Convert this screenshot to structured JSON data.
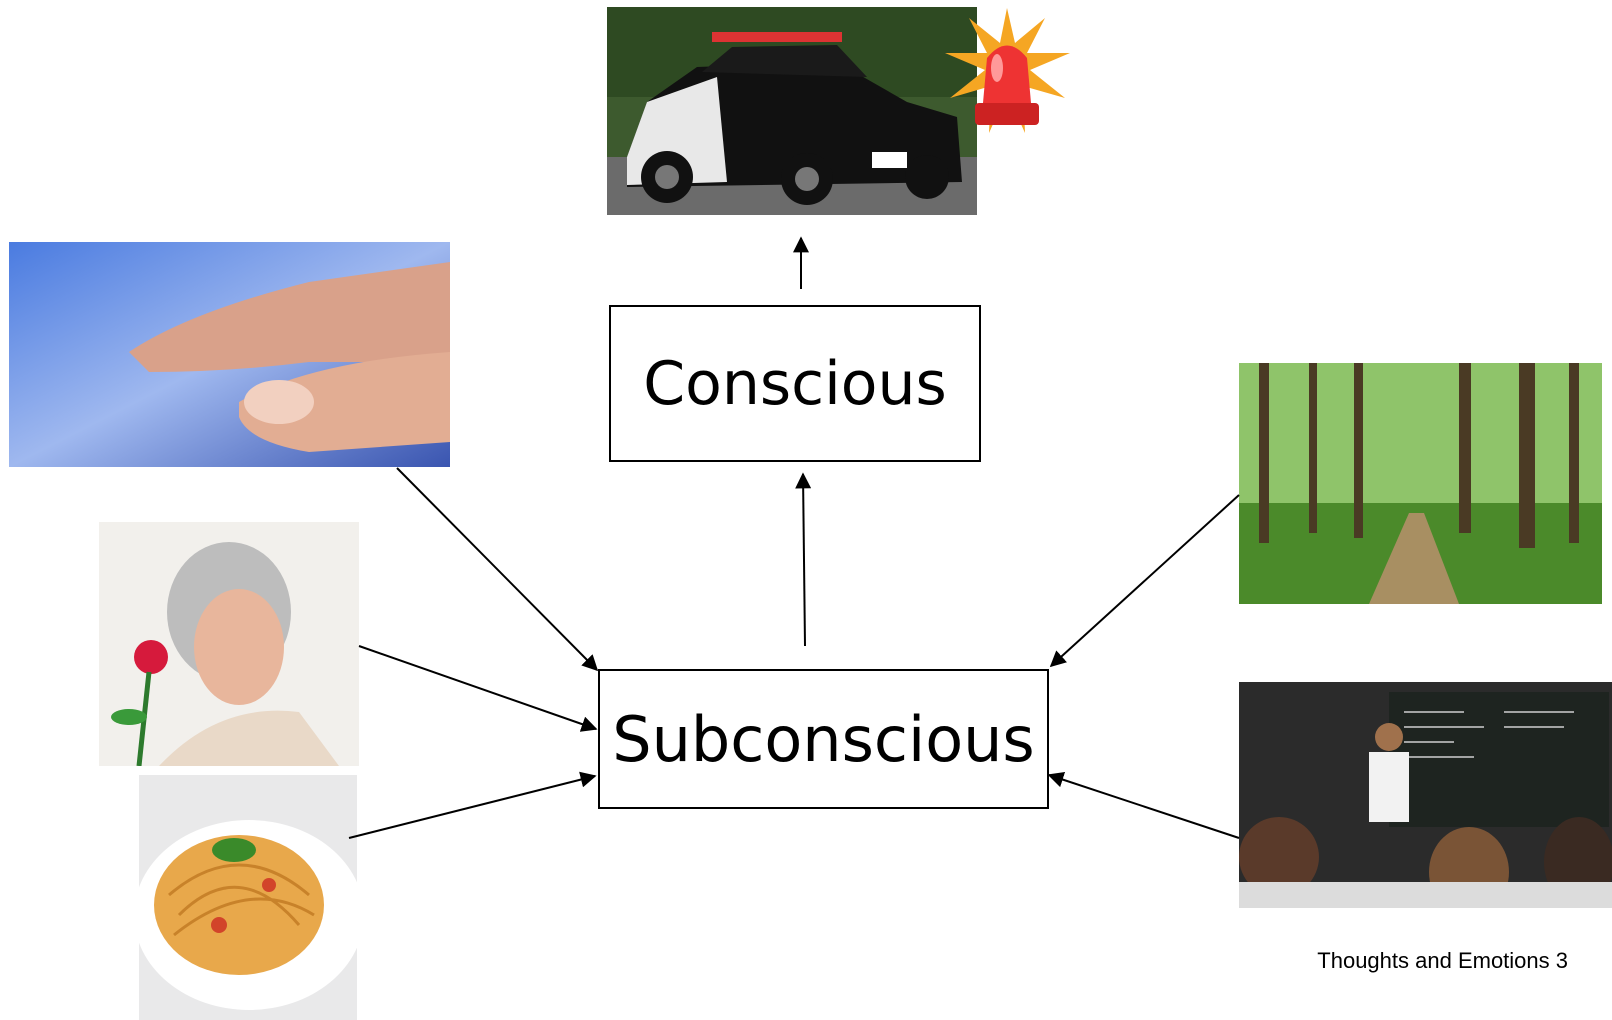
{
  "nodes": {
    "conscious": "Conscious",
    "subconscious": "Subconscious"
  },
  "footer": "Thoughts and Emotions 3",
  "images": {
    "police_car": "police-car-with-siren-photo",
    "touch": "finger-touching-screen-photo",
    "smell": "woman-smelling-rose-photo",
    "taste": "spaghetti-bowl-photo",
    "forest": "forest-path-photo",
    "classroom": "classroom-lecture-photo"
  },
  "colors": {
    "box_border": "#000000",
    "arrow": "#000000"
  }
}
